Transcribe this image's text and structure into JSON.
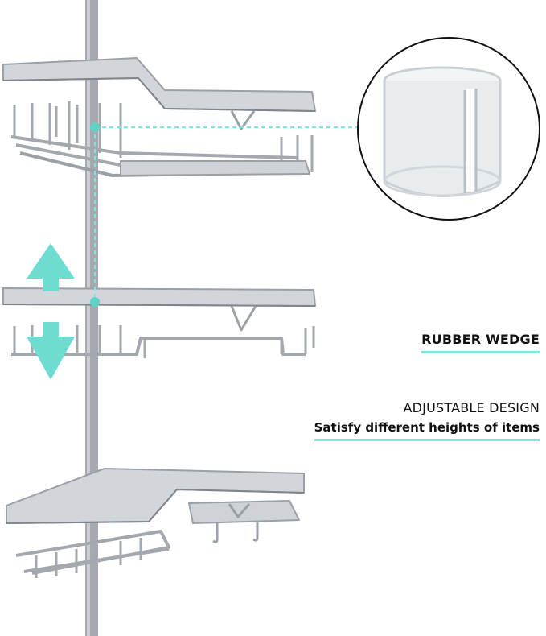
{
  "labels": {
    "rubber_wedge": "RUBBER WEDGE",
    "adjustable_title": "ADJUSTABLE DESIGN",
    "adjustable_subtitle": "Satisfy different heights of items"
  },
  "colors": {
    "accent": "#7ee6dc",
    "arrow": "#6fdcd1",
    "metal_light": "#d6d8dc",
    "metal": "#b4b8be",
    "metal_dark": "#8f949b",
    "pole": "#a9adb3",
    "wedge": "#e6eaec"
  },
  "icons": {
    "adjust_arrow": "double-vertical-arrow-icon",
    "marker": "teal-dot-icon"
  }
}
